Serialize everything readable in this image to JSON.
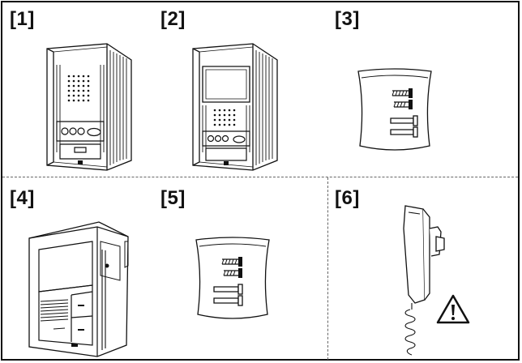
{
  "labels": {
    "item1": "[1]",
    "item2": "[2]",
    "item3": "[3]",
    "item4": "[4]",
    "item5": "[5]",
    "item6": "[6]"
  },
  "icons": {
    "item1": "audio-door-station-icon",
    "item2": "video-door-station-icon",
    "item3": "screw-pack-icon",
    "item4": "indoor-monitor-unit-icon",
    "item5": "screw-pack-icon",
    "item6": "handset-icon",
    "warning": "warning-triangle-icon"
  },
  "colors": {
    "line": "#111111",
    "divider": "#666666",
    "background": "#ffffff"
  }
}
